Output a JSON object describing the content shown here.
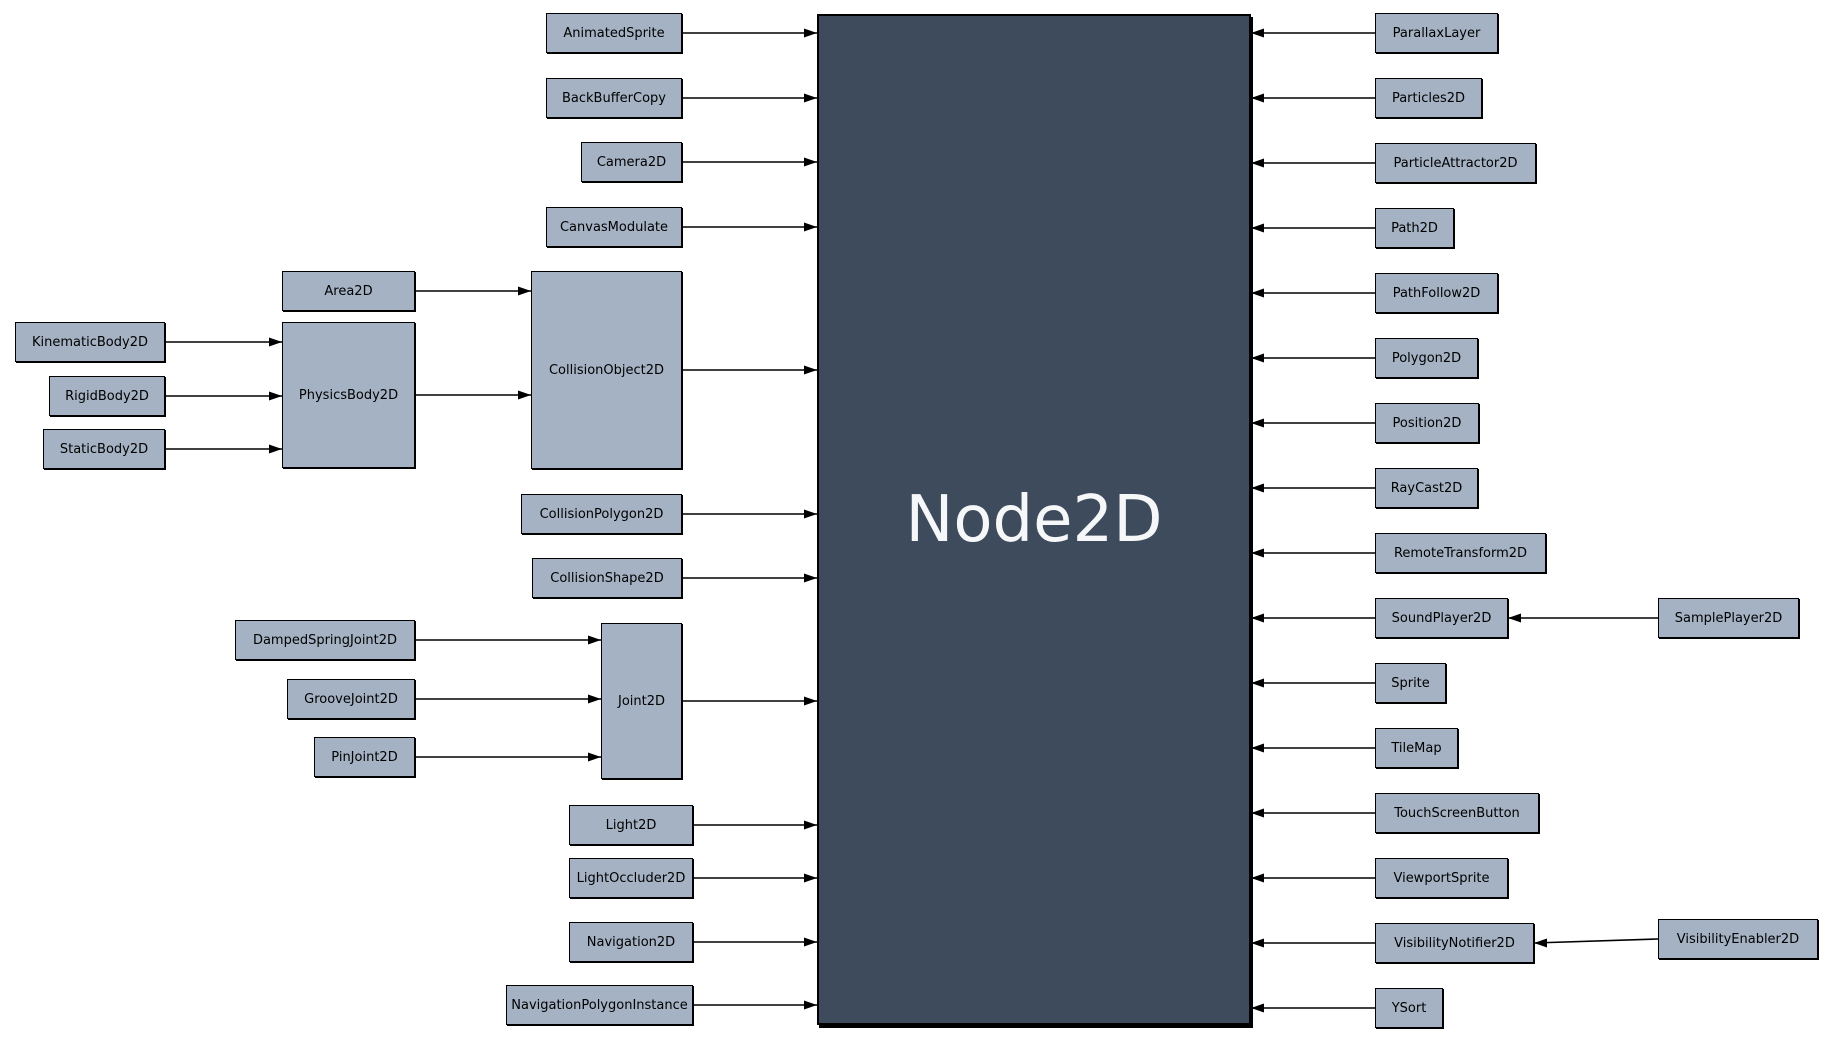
{
  "colors": {
    "background": "#ffffff",
    "node_fill": "#a4b2c3",
    "center_fill": "#3d4b5d",
    "border": "#000000",
    "arrow": "#000000",
    "center_text": "#f6f7f9"
  },
  "labels": {
    "node2d": "Node2D",
    "animated_sprite": "AnimatedSprite",
    "back_buffer_copy": "BackBufferCopy",
    "camera2d": "Camera2D",
    "canvas_modulate": "CanvasModulate",
    "area2d": "Area2D",
    "kinematic_body2d": "KinematicBody2D",
    "rigid_body2d": "RigidBody2D",
    "static_body2d": "StaticBody2D",
    "physics_body2d": "PhysicsBody2D",
    "collision_object2d": "CollisionObject2D",
    "collision_polygon2d": "CollisionPolygon2D",
    "collision_shape2d": "CollisionShape2D",
    "damped_spring_joint2d": "DampedSpringJoint2D",
    "groove_joint2d": "GrooveJoint2D",
    "pin_joint2d": "PinJoint2D",
    "joint2d": "Joint2D",
    "light2d": "Light2D",
    "light_occluder2d": "LightOccluder2D",
    "navigation2d": "Navigation2D",
    "navigation_polygon_instance": "NavigationPolygonInstance",
    "parallax_layer": "ParallaxLayer",
    "particles2d": "Particles2D",
    "particle_attractor2d": "ParticleAttractor2D",
    "path2d": "Path2D",
    "path_follow2d": "PathFollow2D",
    "polygon2d": "Polygon2D",
    "position2d": "Position2D",
    "raycast2d": "RayCast2D",
    "remote_transform2d": "RemoteTransform2D",
    "sound_player2d": "SoundPlayer2D",
    "sample_player2d": "SamplePlayer2D",
    "sprite": "Sprite",
    "tile_map": "TileMap",
    "touch_screen_button": "TouchScreenButton",
    "viewport_sprite": "ViewportSprite",
    "visibility_notifier2d": "VisibilityNotifier2D",
    "visibility_enabler2d": "VisibilityEnabler2D",
    "ysort": "YSort"
  },
  "edges": [
    {
      "from": "animated_sprite",
      "to": "node2d"
    },
    {
      "from": "back_buffer_copy",
      "to": "node2d"
    },
    {
      "from": "camera2d",
      "to": "node2d"
    },
    {
      "from": "canvas_modulate",
      "to": "node2d"
    },
    {
      "from": "area2d",
      "to": "collision_object2d"
    },
    {
      "from": "kinematic_body2d",
      "to": "physics_body2d"
    },
    {
      "from": "rigid_body2d",
      "to": "physics_body2d"
    },
    {
      "from": "static_body2d",
      "to": "physics_body2d"
    },
    {
      "from": "physics_body2d",
      "to": "collision_object2d"
    },
    {
      "from": "collision_object2d",
      "to": "node2d"
    },
    {
      "from": "collision_polygon2d",
      "to": "node2d"
    },
    {
      "from": "collision_shape2d",
      "to": "node2d"
    },
    {
      "from": "damped_spring_joint2d",
      "to": "joint2d"
    },
    {
      "from": "groove_joint2d",
      "to": "joint2d"
    },
    {
      "from": "pin_joint2d",
      "to": "joint2d"
    },
    {
      "from": "joint2d",
      "to": "node2d"
    },
    {
      "from": "light2d",
      "to": "node2d"
    },
    {
      "from": "light_occluder2d",
      "to": "node2d"
    },
    {
      "from": "navigation2d",
      "to": "node2d"
    },
    {
      "from": "navigation_polygon_instance",
      "to": "node2d"
    },
    {
      "from": "parallax_layer",
      "to": "node2d"
    },
    {
      "from": "particles2d",
      "to": "node2d"
    },
    {
      "from": "particle_attractor2d",
      "to": "node2d"
    },
    {
      "from": "path2d",
      "to": "node2d"
    },
    {
      "from": "path_follow2d",
      "to": "node2d"
    },
    {
      "from": "polygon2d",
      "to": "node2d"
    },
    {
      "from": "position2d",
      "to": "node2d"
    },
    {
      "from": "raycast2d",
      "to": "node2d"
    },
    {
      "from": "remote_transform2d",
      "to": "node2d"
    },
    {
      "from": "sample_player2d",
      "to": "sound_player2d"
    },
    {
      "from": "sound_player2d",
      "to": "node2d"
    },
    {
      "from": "sprite",
      "to": "node2d"
    },
    {
      "from": "tile_map",
      "to": "node2d"
    },
    {
      "from": "touch_screen_button",
      "to": "node2d"
    },
    {
      "from": "viewport_sprite",
      "to": "node2d"
    },
    {
      "from": "visibility_notifier2d",
      "to": "node2d"
    },
    {
      "from": "visibility_enabler2d",
      "to": "visibility_notifier2d"
    },
    {
      "from": "ysort",
      "to": "node2d"
    }
  ]
}
